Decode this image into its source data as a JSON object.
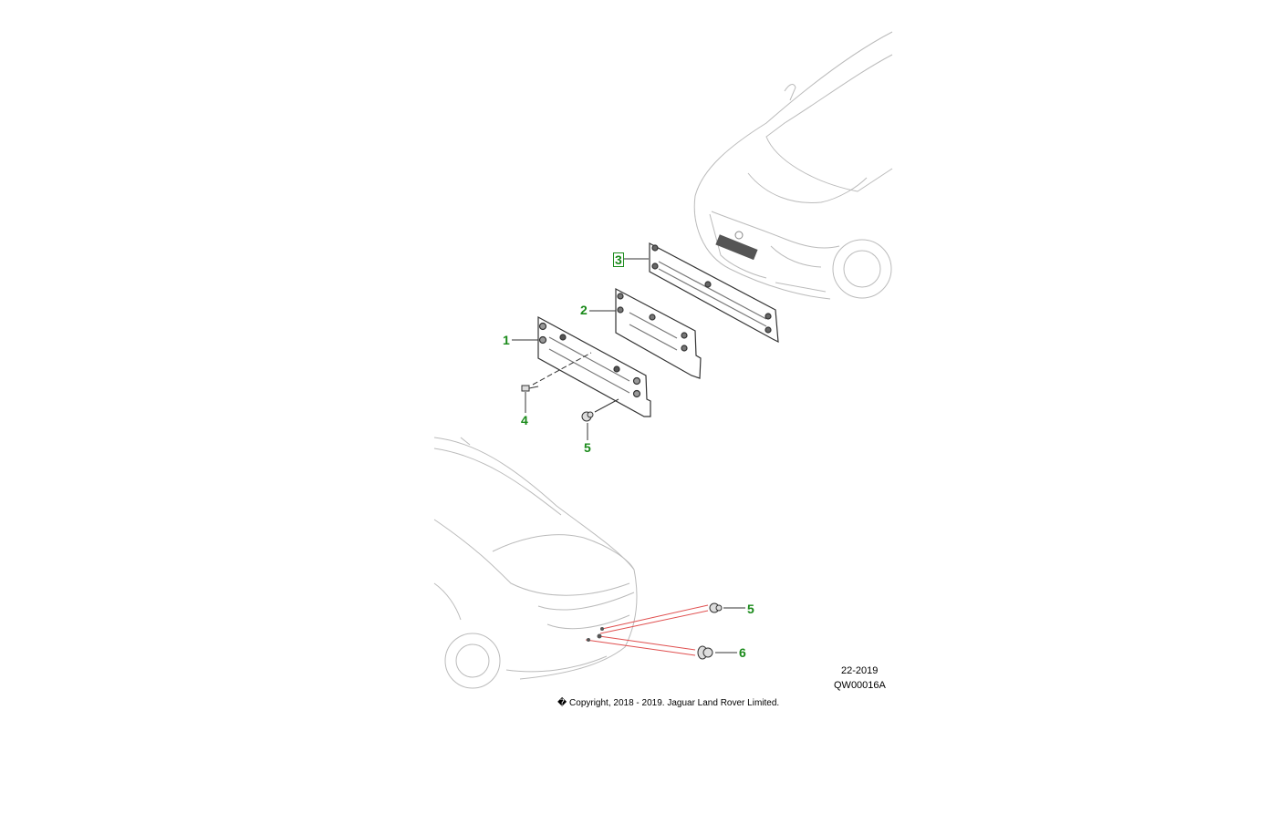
{
  "callouts": {
    "c1": "1",
    "c2": "2",
    "c3": "3",
    "c4": "4",
    "c5_top": "5",
    "c5_bottom": "5",
    "c6": "6"
  },
  "date_code": "22-2019",
  "illustration_id": "QW00016A",
  "copyright": "� Copyright, 2018 - 2019. Jaguar Land Rover Limited.",
  "colors": {
    "callout": "#1a8a1a",
    "leader_red": "#e05050",
    "outline": "#bbbbbb"
  }
}
